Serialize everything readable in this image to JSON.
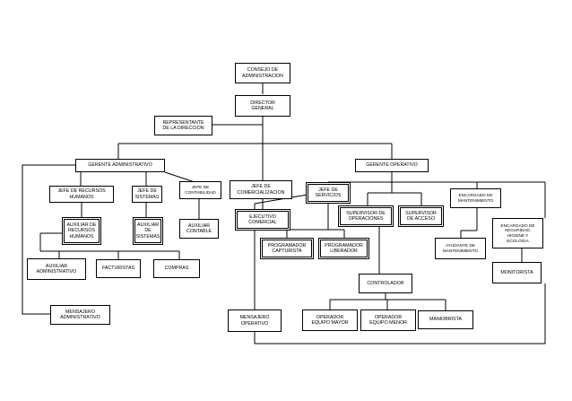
{
  "org_chart": {
    "consejo": "CONSEJO DE\nADMINISTRACION",
    "director": "DIRECTOR\nGENERAL",
    "representante": "REPRESENTANTE\nDE LA DIRECCION",
    "gerente_admin": "GERENTE ADMINISTRATIVO",
    "gerente_operativo": "GERENTE OPERATIVO",
    "jefe_rrhh": "JEFE DE RECURSOS\nHUMANOS",
    "jefe_sistemas": "JEFE DE\nSISTEMAS",
    "jefe_contabilidad": "JEFE DE\nCONTABILIDAD",
    "jefe_comercializacion": "JEFE DE\nCOMERCIALIZACION",
    "jefe_servicios": "JEFE DE\nSERVICIOS",
    "encargado_mantenimiento": "ENCARGADO DE\nMANTENIMIENTO",
    "encargado_seguridad": "ENCARGADO DE\nSEGURIDAD,\nHIGIENE Y\nECOLOGIA",
    "auxiliar_rrhh": "AUXILIAR DE\nRECURSOS\nHUMANOS",
    "auxiliar_sistemas": "AUXILIAR\nDE\nSISTEMAS",
    "auxiliar_contable": "AUXILIAR\nCONTABLE",
    "ejecutivo_comercial": "EJECUTIVO\nCOMERCIAL",
    "supervisor_operaciones": "SUPERVISOR DE\nOPERACIONES",
    "supervisor_acceso": "SUPERVISOR\nDE ACCESO",
    "ayudante_mantenimiento": "AYUDANTE DE\nMANTENIMIENTO",
    "monitorista": "MONITORISTA",
    "auxiliar_administrativo": "AUXILIAR\nADMINISTRATIVO",
    "facturistas": "FACTURISTAS",
    "compras": "COMPRAS",
    "programador_capturista": "PROGRAMADOR\nCAPTURISTA",
    "programador_liberador": "PROGRAMADOR\nLIBERADOR",
    "controlador": "CONTROLADOR",
    "mensajero_administrativo": "MENSAJERO\nADMINISTRATIVO",
    "mensajero_operativo": "MENSAJERO\nOPERATIVO",
    "operador_mayor": "OPERADOR\nEQUIPO MAYOR",
    "operador_menor": "OPERADOR\nEQUIPO MENOR",
    "maniobrista": "MANIOBRISTA"
  }
}
